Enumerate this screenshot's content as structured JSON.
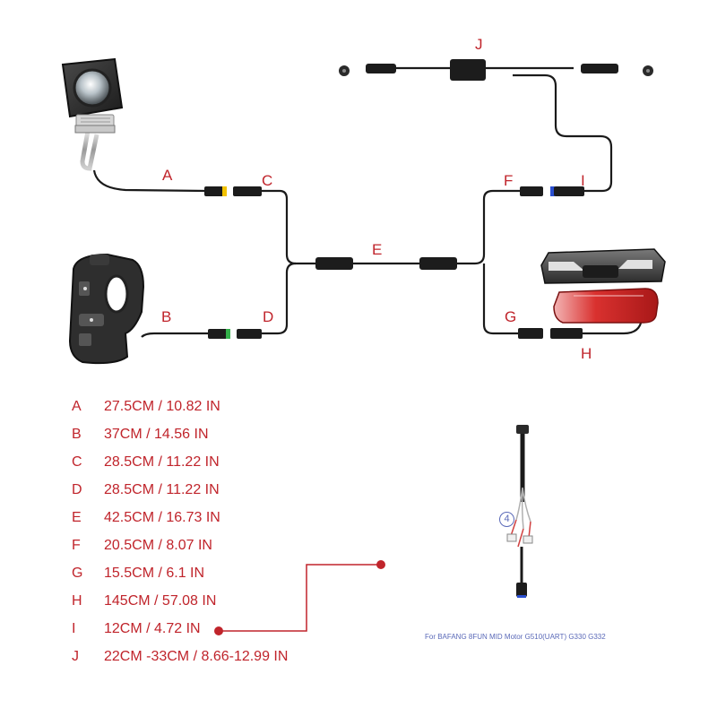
{
  "diagram": {
    "wire_labels": {
      "A": "A",
      "B": "B",
      "C": "C",
      "D": "D",
      "E": "E",
      "F": "F",
      "G": "G",
      "H": "H",
      "I": "I",
      "J": "J"
    },
    "components": {
      "headlight": "headlight-icon",
      "switch": "handlebar-switch-icon",
      "taillight": "taillight-icon",
      "extension_cable": "extension-cable-icon"
    }
  },
  "measurements": [
    {
      "key": "A",
      "value": "27.5CM / 10.82 IN"
    },
    {
      "key": "B",
      "value": "37CM / 14.56 IN"
    },
    {
      "key": "C",
      "value": "28.5CM / 11.22 IN"
    },
    {
      "key": "D",
      "value": "28.5CM / 11.22 IN"
    },
    {
      "key": "E",
      "value": "42.5CM / 16.73 IN"
    },
    {
      "key": "F",
      "value": "20.5CM / 8.07 IN"
    },
    {
      "key": "G",
      "value": "15.5CM / 6.1 IN"
    },
    {
      "key": "H",
      "value": "145CM / 57.08 IN"
    },
    {
      "key": "I",
      "value": "12CM / 4.72 IN"
    },
    {
      "key": "J",
      "value": "22CM -33CM / 8.66-12.99 IN"
    }
  ],
  "product": {
    "circled_number": "4",
    "caption": "For BAFANG 8FUN MID Motor G510(UART)  G330 G332"
  },
  "colors": {
    "label_red": "#c0242b",
    "caption_blue": "#5a69b8",
    "cable": "#1a1a1a"
  }
}
